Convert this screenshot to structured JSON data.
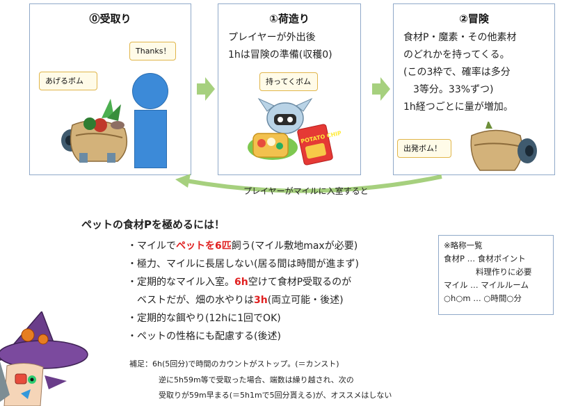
{
  "steps": [
    {
      "title": "⓪受取り",
      "bubbles": [
        "あげるボム",
        "Thanks！"
      ]
    },
    {
      "title": "①荷造り",
      "lines": [
        "プレイヤーが外出後",
        "1hは冒険の準備(収穫0)"
      ],
      "bubbles": [
        "持ってくボム"
      ],
      "chips_text": "POTATO CHIPS"
    },
    {
      "title": "②冒険",
      "lines": [
        "食材P・魔素・その他素材",
        "のどれかを持ってくる。",
        "(この3枠で、確率は多分",
        "　3等分。33%ずつ)",
        "1h経つごとに量が増加。"
      ],
      "bubbles": [
        "出発ボム！"
      ]
    }
  ],
  "return_arrow_label": "プレイヤーがマイルに入室すると",
  "main_heading": "ペットの食材Pを極めるには！",
  "tips": [
    {
      "pre": "・マイルで",
      "em": "ペットを6匹",
      "post": "飼う(マイル敷地maxが必要)"
    },
    {
      "pre": "・極力、マイルに長居しない(居る間は時間が進まず)"
    },
    {
      "pre": "・定期的なマイル入室。",
      "em": "6h",
      "post": "空けて食材P受取るのが"
    },
    {
      "pre": "　ベストだが、畑の水やりは",
      "em": "3h",
      "post": "(両立可能・後述)"
    },
    {
      "pre": "・定期的な餌やり(12hに1回でOK)"
    },
    {
      "pre": "・ペットの性格にも配慮する(後述)"
    }
  ],
  "abbreviations": {
    "title": "※略称一覧",
    "lines": [
      "食材P … 食材ポイント",
      "　　　　料理作りに必要",
      "マイル … マイルルーム",
      "○h○m … ○時間○分"
    ]
  },
  "footnote": {
    "lines": [
      "補足：6h(5回分)で時間のカウントがストップ。(＝カンスト)",
      "逆に5h59m等で受取った場合、端数は繰り越され、次の",
      "受取りが59m早まる(＝5h1mで5回分貰える)が、オススメはしない"
    ]
  },
  "colors": {
    "box_border": "#8fa8c8",
    "arrow_green": "#a6d07e",
    "emphasis_red": "#e02020",
    "person_blue": "#3c8ad8"
  }
}
